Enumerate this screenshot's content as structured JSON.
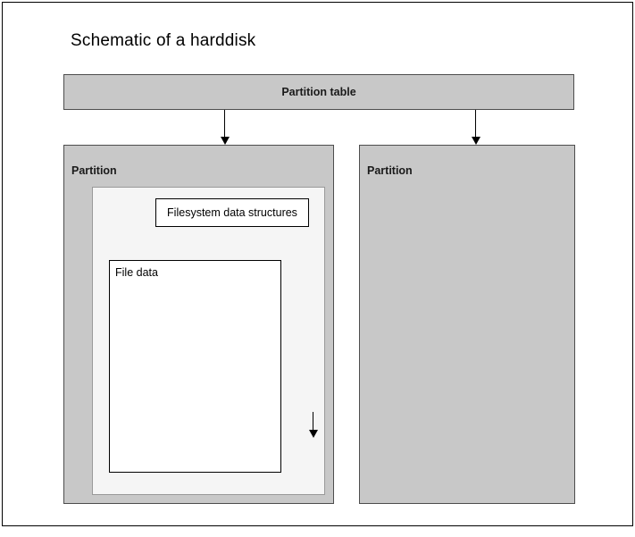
{
  "diagram": {
    "title": "Schematic of a harddisk",
    "partition_table": {
      "label": "Partition table"
    },
    "partitions": [
      {
        "label": "Partition",
        "filesystem": {
          "data_structures_label": "Filesystem data structures",
          "file_data_label": "File data"
        }
      },
      {
        "label": "Partition"
      }
    ],
    "arrows": [
      {
        "name": "partition-table-to-partition-1"
      },
      {
        "name": "partition-table-to-partition-2"
      },
      {
        "name": "filesystem-data-to-file-data"
      }
    ],
    "colors": {
      "page_background": "#ffffff",
      "page_border": "#000000",
      "partition_fill": "#c8c8c8",
      "partition_border": "#4d4d4d",
      "filesystem_fill": "#f5f5f5",
      "filesystem_border": "#999999",
      "inner_box_fill": "#ffffff",
      "inner_box_border": "#000000",
      "text": "#000000",
      "arrow": "#000000"
    }
  }
}
